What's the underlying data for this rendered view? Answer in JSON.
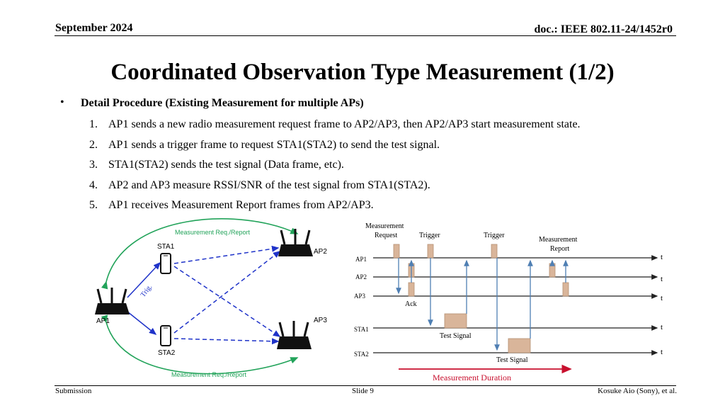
{
  "header": {
    "date": "September 2024",
    "doc": "doc.: IEEE 802.11-24/1452r0"
  },
  "title": "Coordinated Observation Type Measurement (1/2)",
  "bullet": "Detail Procedure (Existing Measurement for multiple APs)",
  "steps": [
    {
      "num": "1.",
      "text": "AP1 sends a new radio measurement request frame to AP2/AP3, then AP2/AP3 start measurement state."
    },
    {
      "num": "2.",
      "text": "AP1 sends a trigger frame to request STA1(STA2) to send the test signal."
    },
    {
      "num": "3.",
      "text": "STA1(STA2) sends the test signal (Data frame, etc)."
    },
    {
      "num": "4.",
      "text": "AP2 and AP3 measure RSSI/SNR of the test signal from STA1(STA2)."
    },
    {
      "num": "5.",
      "text": "AP1 receives Measurement Report frames from AP2/AP3."
    }
  ],
  "topology": {
    "labels": {
      "sta1": "STA1",
      "sta2": "STA2",
      "ap1": "AP1",
      "ap2": "AP2",
      "ap3": "AP3"
    },
    "arc_top_label": "Measurement Req./Report",
    "arc_bottom_label": "Measurement Req./Report",
    "trig_label": "Trig.",
    "colors": {
      "green": "#22a35a",
      "blue": "#1f33c9"
    }
  },
  "timing": {
    "rows": [
      "AP1",
      "AP2",
      "AP3",
      "STA1",
      "STA2"
    ],
    "t_label": "t",
    "labels": {
      "meas_req_line1": "Measurement",
      "meas_req_line2": "Request",
      "trigger1": "Trigger",
      "trigger2": "Trigger",
      "meas_rep_line1": "Measurement",
      "meas_rep_line2": "Report",
      "ack": "Ack",
      "test_signal1": "Test Signal",
      "test_signal2": "Test Signal",
      "duration": "Measurement Duration"
    },
    "colors": {
      "frame_fill": "#d9b59a",
      "frame_stroke": "#b58f72",
      "arrow": "#4f7fb3",
      "duration": "#c8102e"
    }
  },
  "footer": {
    "left": "Submission",
    "center": "Slide 9",
    "right": "Kosuke Aio (Sony), et al."
  }
}
